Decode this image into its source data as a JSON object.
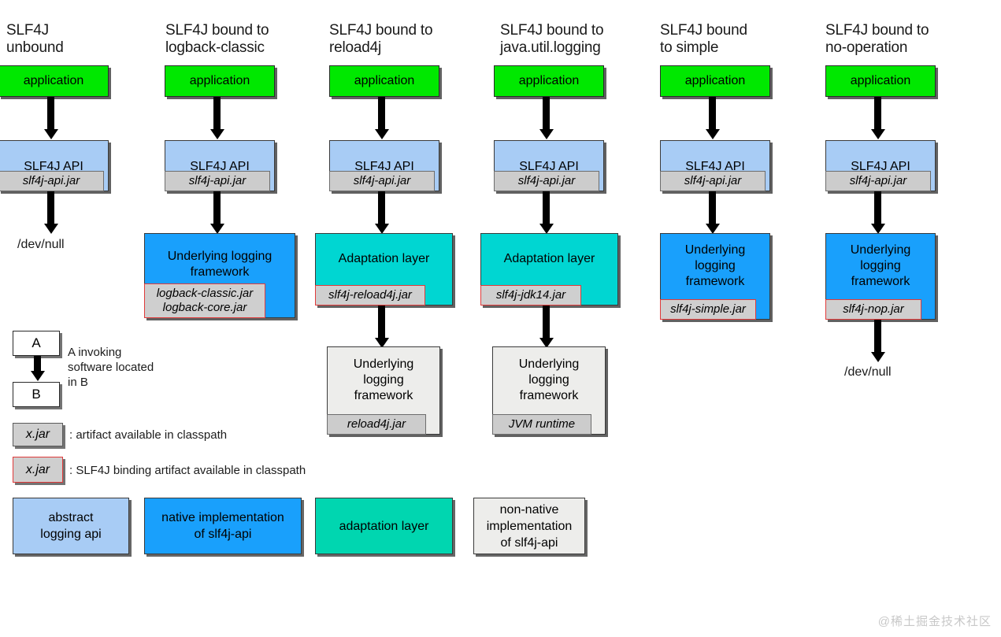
{
  "diagram": {
    "watermark": "@稀土掘金技术社区",
    "columns": [
      {
        "title": "SLF4J\nunbound",
        "nodes": [
          {
            "kind": "application",
            "label": "application"
          },
          {
            "kind": "api",
            "label": "SLF4J API",
            "jar": "slf4j-api.jar",
            "jar_binding": false
          }
        ],
        "sink": "/dev/null"
      },
      {
        "title": "SLF4J bound to\nlogback-classic",
        "nodes": [
          {
            "kind": "application",
            "label": "application"
          },
          {
            "kind": "api",
            "label": "SLF4J API",
            "jar": "slf4j-api.jar",
            "jar_binding": false
          },
          {
            "kind": "native",
            "label": "Underlying logging\nframework",
            "jar": "logback-classic.jar\nlogback-core.jar",
            "jar_binding": true
          }
        ],
        "sink": null
      },
      {
        "title": "SLF4J bound to\nreload4j",
        "nodes": [
          {
            "kind": "application",
            "label": "application"
          },
          {
            "kind": "api",
            "label": "SLF4J API",
            "jar": "slf4j-api.jar",
            "jar_binding": false
          },
          {
            "kind": "adaptation",
            "label": "Adaptation layer",
            "jar": "slf4j-reload4j.jar",
            "jar_binding": true
          },
          {
            "kind": "nonnative",
            "label": "Underlying\nlogging\nframework",
            "jar": "reload4j.jar",
            "jar_binding": false
          }
        ],
        "sink": null
      },
      {
        "title": "SLF4J bound to\njava.util.logging",
        "nodes": [
          {
            "kind": "application",
            "label": "application"
          },
          {
            "kind": "api",
            "label": "SLF4J API",
            "jar": "slf4j-api.jar",
            "jar_binding": false
          },
          {
            "kind": "adaptation",
            "label": "Adaptation layer",
            "jar": "slf4j-jdk14.jar",
            "jar_binding": true
          },
          {
            "kind": "nonnative",
            "label": "Underlying\nlogging\nframework",
            "jar": "JVM runtime",
            "jar_binding": false
          }
        ],
        "sink": null
      },
      {
        "title": "SLF4J bound\nto simple",
        "nodes": [
          {
            "kind": "application",
            "label": "application"
          },
          {
            "kind": "api",
            "label": "SLF4J API",
            "jar": "slf4j-api.jar",
            "jar_binding": false
          },
          {
            "kind": "native",
            "label": "Underlying\nlogging\nframework",
            "jar": "slf4j-simple.jar",
            "jar_binding": true
          }
        ],
        "sink": null
      },
      {
        "title": "SLF4J bound to\nno-operation",
        "nodes": [
          {
            "kind": "application",
            "label": "application"
          },
          {
            "kind": "api",
            "label": "SLF4J API",
            "jar": "slf4j-api.jar",
            "jar_binding": false
          },
          {
            "kind": "native",
            "label": "Underlying\nlogging\nframework",
            "jar": "slf4j-nop.jar",
            "jar_binding": true
          }
        ],
        "sink": "/dev/null"
      }
    ],
    "legend": {
      "invocation": {
        "box_a": "A",
        "box_b": "B",
        "description": "A invoking\nsoftware located\nin B"
      },
      "artifact": {
        "chip": "x.jar",
        "description": ": artifact available in classpath"
      },
      "binding_artifact": {
        "chip": "x.jar",
        "description": ": SLF4J binding artifact available in classpath"
      },
      "key_boxes": [
        {
          "name": "abstract-logging-api",
          "label": "abstract\nlogging api",
          "color": "#a8ccf5"
        },
        {
          "name": "native-implementation",
          "label": "native implementation\nof slf4j-api",
          "color": "#19a0fc"
        },
        {
          "name": "adaptation-layer",
          "label": "adaptation layer",
          "color": "#00d6b0"
        },
        {
          "name": "non-native-implementation",
          "label": "non-native\nimplementation\nof slf4j-api",
          "color": "#ededeb"
        }
      ]
    }
  }
}
